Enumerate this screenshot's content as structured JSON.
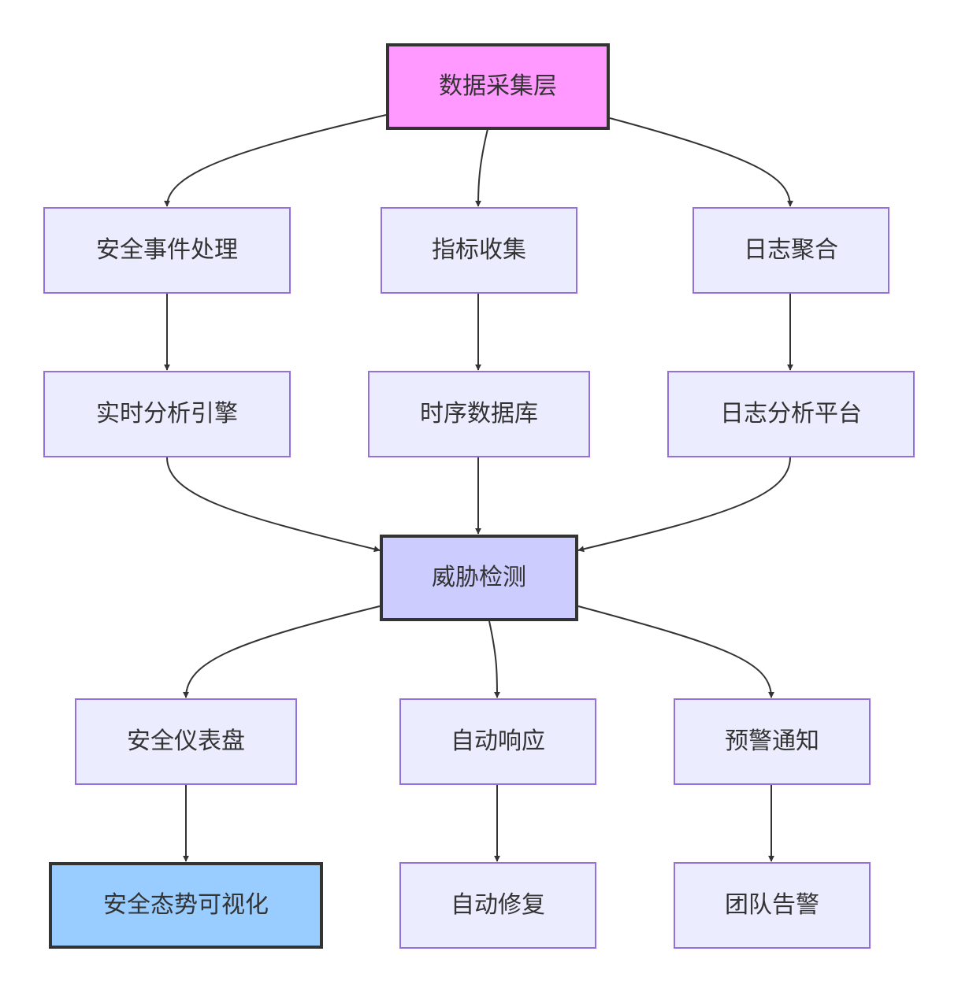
{
  "colors": {
    "default_fill": "#ECECFF",
    "default_border": "#9370DB",
    "source_fill": "#FF99FF",
    "hub_fill": "#CCCCFF",
    "output_fill": "#99CCFF",
    "emphasis_border": "#333333",
    "edge": "#333333",
    "text": "#333333"
  },
  "nodes": {
    "source": {
      "label": "数据采集层"
    },
    "security_event": {
      "label": "安全事件处理"
    },
    "metrics": {
      "label": "指标收集"
    },
    "log_agg": {
      "label": "日志聚合"
    },
    "realtime": {
      "label": "实时分析引擎"
    },
    "tsdb": {
      "label": "时序数据库"
    },
    "log_platform": {
      "label": "日志分析平台"
    },
    "threat": {
      "label": "威胁检测"
    },
    "dashboard": {
      "label": "安全仪表盘"
    },
    "auto_response": {
      "label": "自动响应"
    },
    "alert": {
      "label": "预警通知"
    },
    "visualization": {
      "label": "安全态势可视化"
    },
    "auto_fix": {
      "label": "自动修复"
    },
    "team_alert": {
      "label": "团队告警"
    }
  },
  "edges": [
    {
      "from": "source",
      "to": "security_event"
    },
    {
      "from": "source",
      "to": "metrics"
    },
    {
      "from": "source",
      "to": "log_agg"
    },
    {
      "from": "security_event",
      "to": "realtime"
    },
    {
      "from": "metrics",
      "to": "tsdb"
    },
    {
      "from": "log_agg",
      "to": "log_platform"
    },
    {
      "from": "realtime",
      "to": "threat"
    },
    {
      "from": "tsdb",
      "to": "threat"
    },
    {
      "from": "log_platform",
      "to": "threat"
    },
    {
      "from": "threat",
      "to": "dashboard"
    },
    {
      "from": "threat",
      "to": "auto_response"
    },
    {
      "from": "threat",
      "to": "alert"
    },
    {
      "from": "dashboard",
      "to": "visualization"
    },
    {
      "from": "auto_response",
      "to": "auto_fix"
    },
    {
      "from": "alert",
      "to": "team_alert"
    }
  ]
}
